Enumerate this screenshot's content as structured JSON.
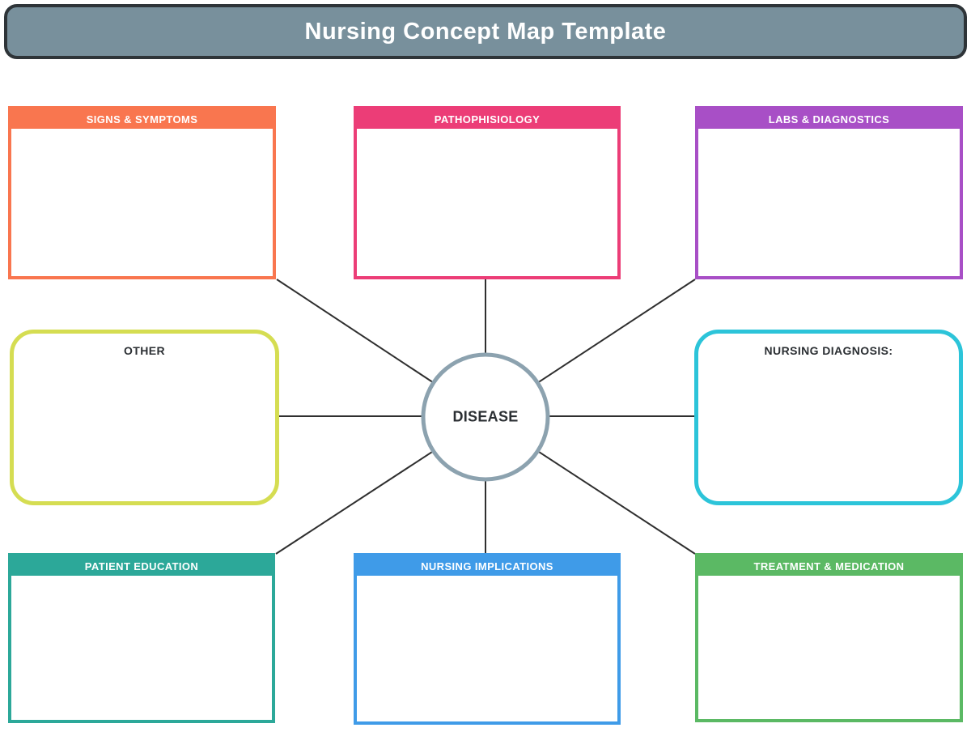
{
  "title": "Nursing Concept Map Template",
  "center_node": {
    "label": "DISEASE"
  },
  "nodes": [
    {
      "id": "signs-symptoms",
      "label": "SIGNS & SYMPTOMS",
      "color": "#F9764F",
      "variant": "header"
    },
    {
      "id": "pathophisiology",
      "label": "PATHOPHISIOLOGY",
      "color": "#EC3D77",
      "variant": "header"
    },
    {
      "id": "labs-diagnostics",
      "label": "LABS & DIAGNOSTICS",
      "color": "#A84FC6",
      "variant": "header"
    },
    {
      "id": "other",
      "label": "OTHER",
      "color": "#D5DD52",
      "variant": "outline"
    },
    {
      "id": "nursing-diagnosis",
      "label": "NURSING DIAGNOSIS:",
      "color": "#2CC4D9",
      "variant": "outline"
    },
    {
      "id": "patient-education",
      "label": "PATIENT EDUCATION",
      "color": "#2CA899",
      "variant": "header"
    },
    {
      "id": "nursing-implications",
      "label": "NURSING IMPLICATIONS",
      "color": "#3F9BE8",
      "variant": "header"
    },
    {
      "id": "treatment-medication",
      "label": "TREATMENT & MEDICATION",
      "color": "#5BB964",
      "variant": "header"
    }
  ],
  "colors": {
    "line": "#2F2F2F",
    "title_bar_bg": "#78909C",
    "title_bar_border": "#2E3438",
    "circle_border": "#8CA2AF",
    "circle_fill": "#FFFFFF",
    "header_text": "#FFFFFF",
    "label_text": "#2B2F33"
  }
}
